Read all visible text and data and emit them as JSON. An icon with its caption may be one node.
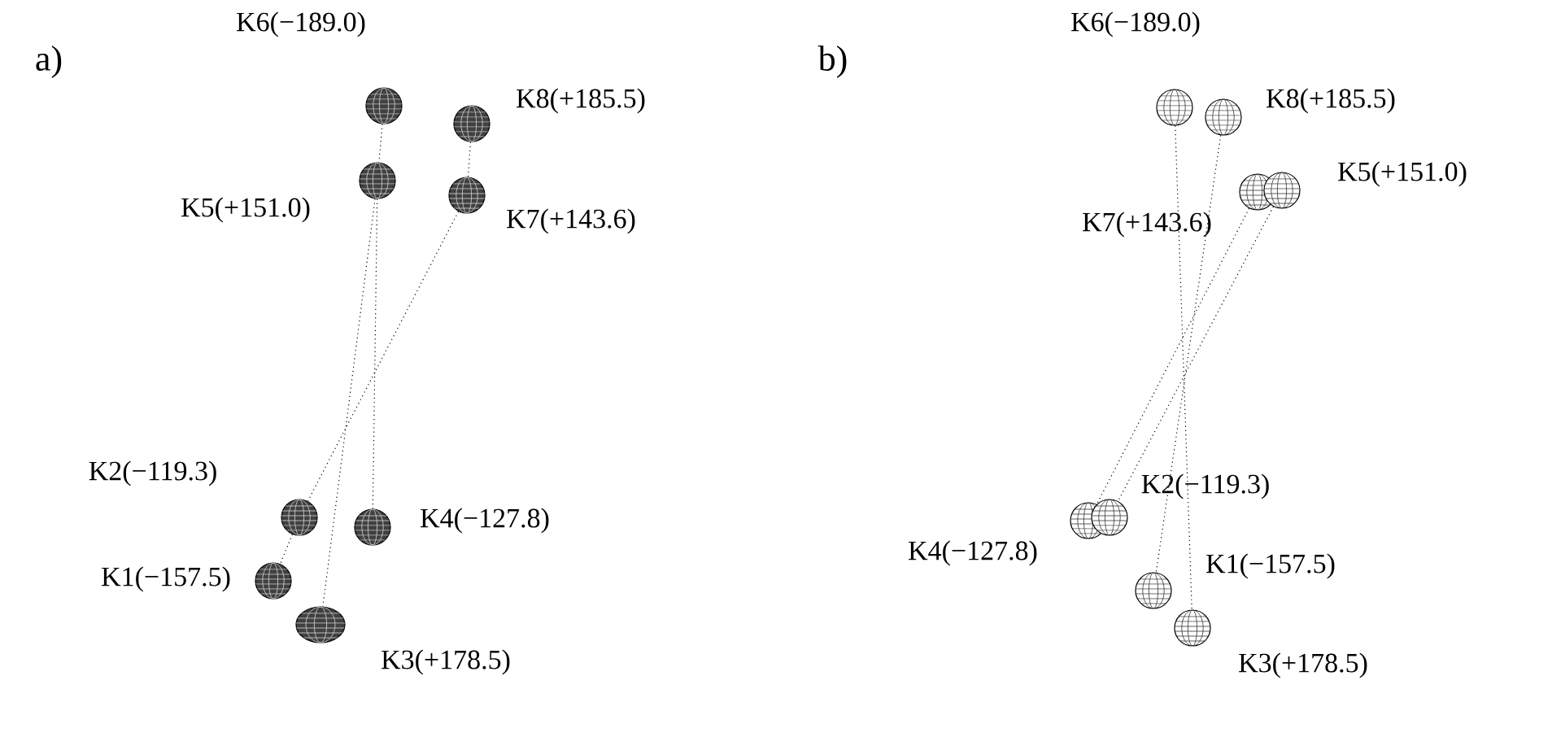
{
  "diagram": {
    "nodes": [
      {
        "text": [],
        "shape": "circle",
        "beside": [
          "K6(−189.0)"
        ]
      },
      {
        "text": [],
        "shape": "circle",
        "beside": [
          "K8(+185.5)"
        ]
      },
      {
        "text": [],
        "shape": "circle",
        "beside": [
          "K5(+151.0)"
        ]
      },
      {
        "text": [],
        "shape": "circle",
        "beside": [
          "K7(+143.6)"
        ]
      },
      {
        "text": [],
        "shape": "circle",
        "beside": [
          "K2(−119.3)"
        ]
      },
      {
        "text": [],
        "shape": "circle",
        "beside": [
          "K4(−127.8)"
        ]
      },
      {
        "text": [],
        "shape": "circle",
        "beside": [
          "K1(−157.5)"
        ]
      },
      {
        "text": [],
        "shape": "circle",
        "beside": [
          "K3(+178.5)"
        ]
      },
      {
        "text": [],
        "shape": "circle",
        "beside": [
          "K6(−189.0)"
        ]
      },
      {
        "text": [],
        "shape": "circle",
        "beside": [
          "K8(+185.5)"
        ]
      },
      {
        "text": [],
        "shape": "circle",
        "beside": [
          "K7(+143.6)"
        ]
      },
      {
        "text": [],
        "shape": "circle",
        "beside": [
          "K5(+151.0)"
        ]
      },
      {
        "text": [],
        "shape": "circle",
        "beside": [
          "K4(−127.8)"
        ]
      },
      {
        "text": [],
        "shape": "circle",
        "beside": [
          "K2(−119.3)"
        ]
      },
      {
        "text": [],
        "shape": "circle",
        "beside": [
          "K1(−157.5)"
        ]
      },
      {
        "text": [],
        "shape": "circle",
        "beside": [
          "K3(+178.5)"
        ]
      }
    ],
    "edges": [
      {
        "from": 0,
        "to": 2,
        "arrow": "none"
      },
      {
        "from": 2,
        "to": 5,
        "arrow": "none"
      },
      {
        "from": 2,
        "to": 7,
        "arrow": "none"
      },
      {
        "from": 1,
        "to": 3,
        "arrow": "none"
      },
      {
        "from": 3,
        "to": 4,
        "arrow": "none"
      },
      {
        "from": 4,
        "to": 6,
        "arrow": "none"
      },
      {
        "from": 8,
        "to": 15,
        "arrow": "none"
      },
      {
        "from": 9,
        "to": 14,
        "arrow": "none"
      },
      {
        "from": 10,
        "to": 12,
        "arrow": "none"
      },
      {
        "from": 11,
        "to": 13,
        "arrow": "none"
      }
    ],
    "labels": [
      "a)",
      "b)"
    ]
  }
}
